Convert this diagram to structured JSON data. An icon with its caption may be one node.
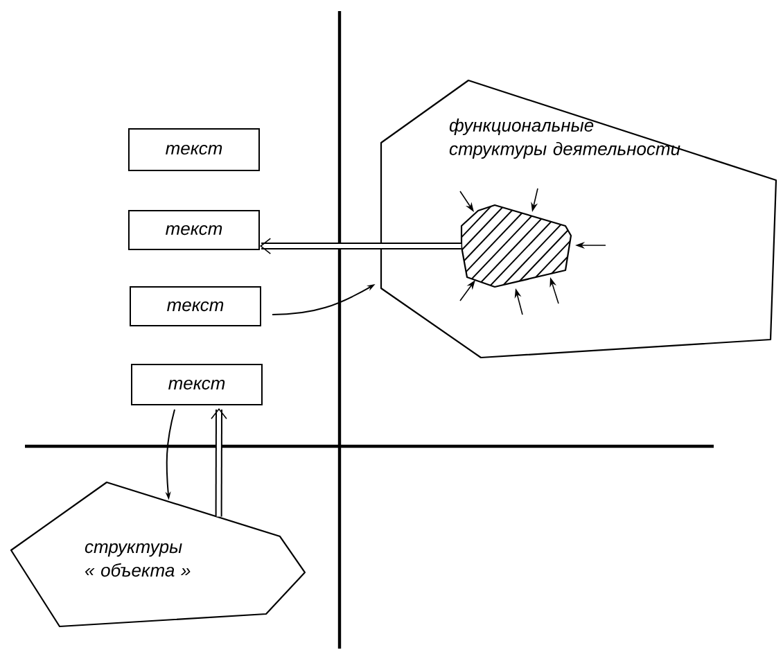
{
  "diagram": {
    "nodes": [
      {
        "text": [
          "текст"
        ]
      },
      {
        "text": [
          "текст"
        ]
      },
      {
        "text": [
          "текст"
        ]
      },
      {
        "text": [
          "текст"
        ]
      },
      {
        "text": [
          "функциональные структуры деятельности"
        ]
      },
      {
        "text": [],
        "shape": "polygon",
        "in": 4
      },
      {
        "text": [
          "структуры « объекта »"
        ]
      }
    ],
    "edges": [
      {
        "from": 5,
        "to": 1,
        "arrow": "to",
        "style": "thick"
      },
      {
        "from": 2,
        "to": 4,
        "arrow": "to"
      },
      {
        "from": 3,
        "to": 6,
        "arrow": "to"
      },
      {
        "from": 6,
        "to": 3,
        "arrow": "to",
        "style": "thick"
      },
      {
        "from": null,
        "to": 5,
        "arrow": "to"
      },
      {
        "from": null,
        "to": 5,
        "arrow": "to"
      },
      {
        "from": null,
        "to": 5,
        "arrow": "to"
      },
      {
        "from": null,
        "to": 5,
        "arrow": "to"
      },
      {
        "from": null,
        "to": 5,
        "arrow": "to"
      },
      {
        "from": null,
        "to": 5,
        "arrow": "to"
      }
    ]
  }
}
